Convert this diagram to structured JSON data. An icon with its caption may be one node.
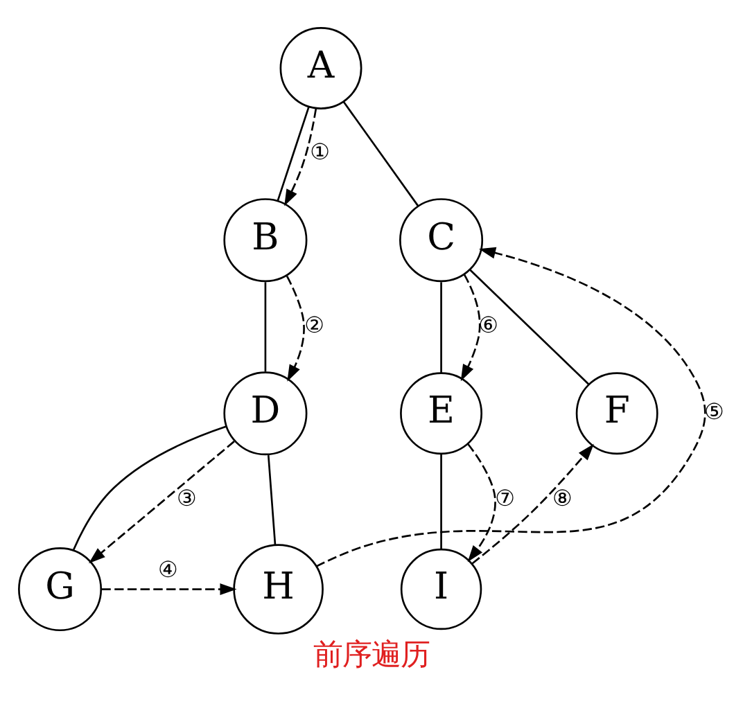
{
  "diagram": {
    "caption": "前序遍历",
    "nodes": [
      {
        "text": [
          "A"
        ]
      },
      {
        "text": [
          "B"
        ]
      },
      {
        "text": [
          "C"
        ]
      },
      {
        "text": [
          "D"
        ]
      },
      {
        "text": [
          "E"
        ]
      },
      {
        "text": [
          "F"
        ]
      },
      {
        "text": [
          "G"
        ]
      },
      {
        "text": [
          "H"
        ]
      },
      {
        "text": [
          "I"
        ]
      }
    ],
    "edges": [
      {
        "from": 0,
        "to": 1,
        "arrow": "none"
      },
      {
        "from": 0,
        "to": 2,
        "arrow": "none"
      },
      {
        "from": 1,
        "to": 3,
        "arrow": "none"
      },
      {
        "from": 2,
        "to": 4,
        "arrow": "none"
      },
      {
        "from": 2,
        "to": 5,
        "arrow": "none"
      },
      {
        "from": 3,
        "to": 6,
        "arrow": "none"
      },
      {
        "from": 3,
        "to": 7,
        "arrow": "none"
      },
      {
        "from": 4,
        "to": 8,
        "arrow": "none"
      },
      {
        "from": 0,
        "to": 1,
        "arrow": "to",
        "style": "dashed",
        "label": "①"
      },
      {
        "from": 1,
        "to": 3,
        "arrow": "to",
        "style": "dashed",
        "label": "②"
      },
      {
        "from": 3,
        "to": 6,
        "arrow": "to",
        "style": "dashed",
        "label": "③"
      },
      {
        "from": 6,
        "to": 7,
        "arrow": "to",
        "style": "dashed",
        "label": "④"
      },
      {
        "from": 7,
        "to": 2,
        "arrow": "to",
        "style": "dashed",
        "label": "⑤"
      },
      {
        "from": 2,
        "to": 4,
        "arrow": "to",
        "style": "dashed",
        "label": "⑥"
      },
      {
        "from": 4,
        "to": 8,
        "arrow": "to",
        "style": "dashed",
        "label": "⑦"
      },
      {
        "from": 8,
        "to": 5,
        "arrow": "to",
        "style": "dashed",
        "label": "⑧"
      }
    ]
  }
}
